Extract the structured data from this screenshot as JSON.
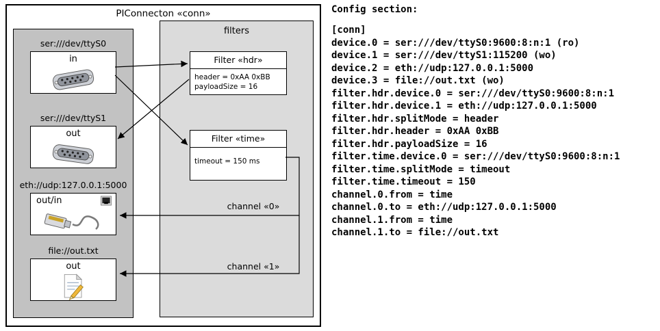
{
  "diagram": {
    "title": "PIConnecton «conn»",
    "filters_title": "filters",
    "devices": [
      {
        "label": "ser:///dev/ttyS0",
        "direction": "in",
        "icon": "serial-port-icon"
      },
      {
        "label": "ser:///dev/ttyS1",
        "direction": "out",
        "icon": "serial-port-icon"
      },
      {
        "label": "eth://udp:127.0.0.1:5000",
        "direction": "out/in",
        "icon": "ethernet-icon"
      },
      {
        "label": "file://out.txt",
        "direction": "out",
        "icon": "document-icon"
      }
    ],
    "filters": [
      {
        "title": "Filter «hdr»",
        "attributes": [
          "header = 0xAA 0xBB",
          "payloadSize = 16"
        ]
      },
      {
        "title": "Filter «time»",
        "attributes": [
          "timeout = 150 ms"
        ]
      }
    ],
    "channels": [
      {
        "label": "channel «0»"
      },
      {
        "label": "channel «1»"
      }
    ]
  },
  "config": {
    "heading": "Config section:",
    "lines": [
      "[conn]",
      "device.0 = ser:///dev/ttyS0:9600:8:n:1 (ro)",
      "device.1 = ser:///dev/ttyS1:115200 (wo)",
      "device.2 = eth://udp:127.0.0.1:5000",
      "device.3 = file://out.txt (wo)",
      "filter.hdr.device.0 = ser:///dev/ttyS0:9600:8:n:1",
      "filter.hdr.device.1 = eth://udp:127.0.0.1:5000",
      "filter.hdr.splitMode = header",
      "filter.hdr.header = 0xAA 0xBB",
      "filter.hdr.payloadSize = 16",
      "filter.time.device.0 = ser:///dev/ttyS0:9600:8:n:1",
      "filter.time.splitMode = timeout",
      "filter.time.timeout = 150",
      "channel.0.from = time",
      "channel.0.to = eth://udp:127.0.0.1:5000",
      "channel.1.from = time",
      "channel.1.to = file://out.txt"
    ]
  },
  "colors": {
    "devices_panel": "#c2c2c2",
    "filters_panel": "#dbdbdb",
    "box_fill": "#ffffff",
    "line": "#000000"
  }
}
